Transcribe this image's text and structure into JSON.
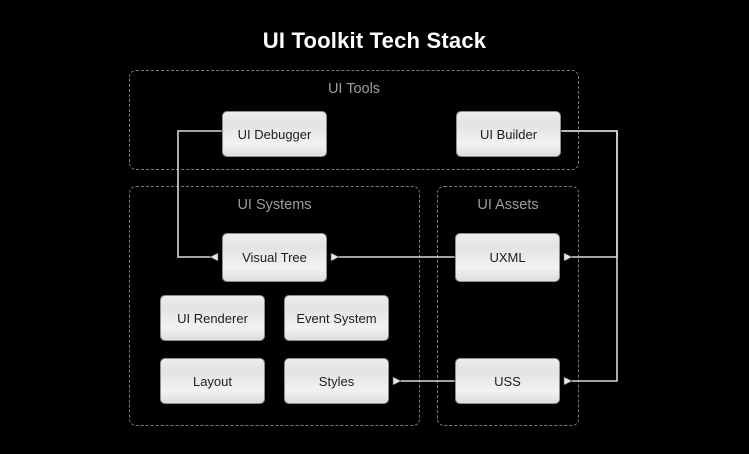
{
  "title": "UI Toolkit Tech Stack",
  "theme": {
    "background": "#000000",
    "title_color": "#ffffff",
    "group_border_color": "#7a7a7a",
    "group_label_color": "#9d9d9d",
    "node_fill_top": "#ededed",
    "node_fill_bottom": "#dedede",
    "node_border_color": "#8f8f8f",
    "node_text_color": "#1d1d1d",
    "edge_color": "#d8d8d8"
  },
  "groups": [
    {
      "id": "ui-tools",
      "label": "UI Tools"
    },
    {
      "id": "ui-systems",
      "label": "UI Systems"
    },
    {
      "id": "ui-assets",
      "label": "UI Assets"
    }
  ],
  "nodes": [
    {
      "id": "ui-debugger",
      "label": "UI Debugger",
      "group": "ui-tools"
    },
    {
      "id": "ui-builder",
      "label": "UI Builder",
      "group": "ui-tools"
    },
    {
      "id": "visual-tree",
      "label": "Visual Tree",
      "group": "ui-systems"
    },
    {
      "id": "ui-renderer",
      "label": "UI Renderer",
      "group": "ui-systems"
    },
    {
      "id": "event-system",
      "label": "Event System",
      "group": "ui-systems"
    },
    {
      "id": "layout",
      "label": "Layout",
      "group": "ui-systems"
    },
    {
      "id": "styles",
      "label": "Styles",
      "group": "ui-systems"
    },
    {
      "id": "uxml",
      "label": "UXML",
      "group": "ui-assets"
    },
    {
      "id": "uss",
      "label": "USS",
      "group": "ui-assets"
    }
  ],
  "edges": [
    {
      "id": "edge-ui-debugger-visual-tree",
      "from": "ui-debugger",
      "to": "visual-tree",
      "arrow": "to"
    },
    {
      "id": "edge-uxml-visual-tree",
      "from": "uxml",
      "to": "visual-tree",
      "arrow": "to"
    },
    {
      "id": "edge-uss-styles",
      "from": "uss",
      "to": "styles",
      "arrow": "to"
    },
    {
      "id": "edge-ui-builder-uxml",
      "from": "ui-builder",
      "to": "uxml",
      "arrow": "to"
    },
    {
      "id": "edge-ui-builder-uss",
      "from": "ui-builder",
      "to": "uss",
      "arrow": "to"
    }
  ]
}
